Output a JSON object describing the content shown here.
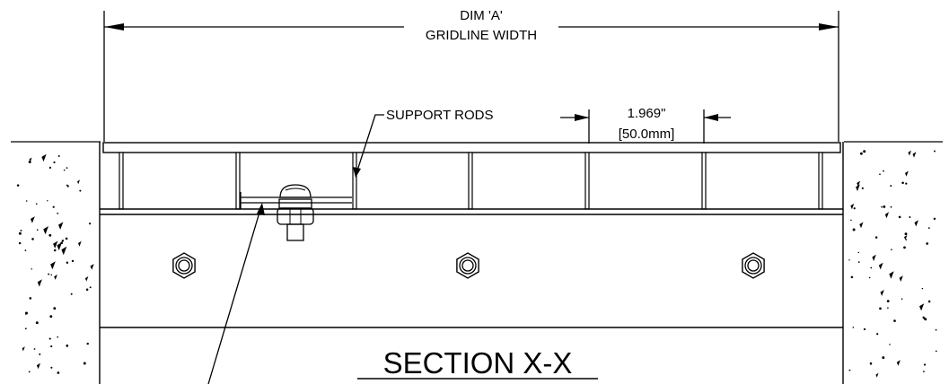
{
  "dimension_a": {
    "line1": "DIM 'A'",
    "line2": "GRIDLINE WIDTH"
  },
  "support_rods_label": "SUPPORT RODS",
  "spacing": {
    "inches": "1.969\"",
    "mm": "[50.0mm]"
  },
  "section_title": "SECTION X-X",
  "colors": {
    "ink": "#000000",
    "paper": "#ffffff"
  }
}
